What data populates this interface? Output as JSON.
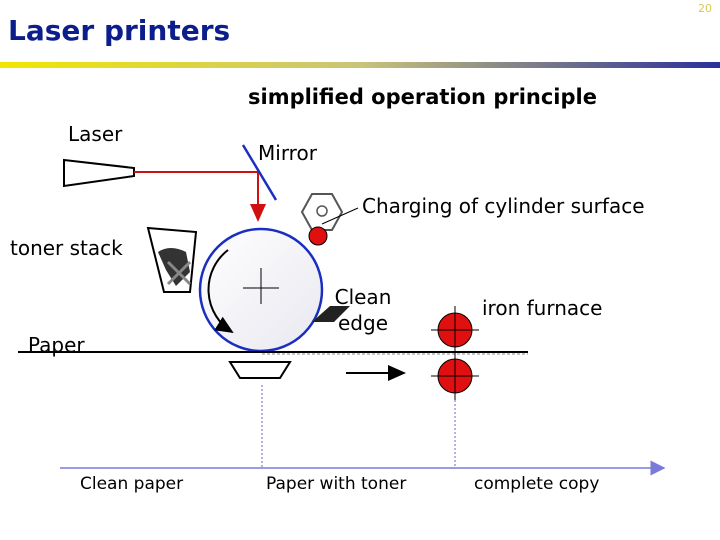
{
  "slide": {
    "title": "Laser printers",
    "number": "20",
    "subtitle": "simplified operation principle"
  },
  "labels": {
    "laser": "Laser",
    "mirror": "Mirror",
    "charging": "Charging of cylinder surface",
    "toner_stack": "toner stack",
    "clean_edge_1": "Clean",
    "clean_edge_2": "edge",
    "iron_furnace": "iron furnace",
    "paper": "Paper"
  },
  "stages": {
    "clean_paper": "Clean paper",
    "paper_with_toner": "Paper with toner",
    "complete_copy": "complete copy"
  },
  "colors": {
    "title": "#0b1e8c",
    "beam": "#d01010",
    "drum_outline": "#1a2fc0",
    "roller_red": "#e01010",
    "timeline": "#7a7ad8"
  }
}
